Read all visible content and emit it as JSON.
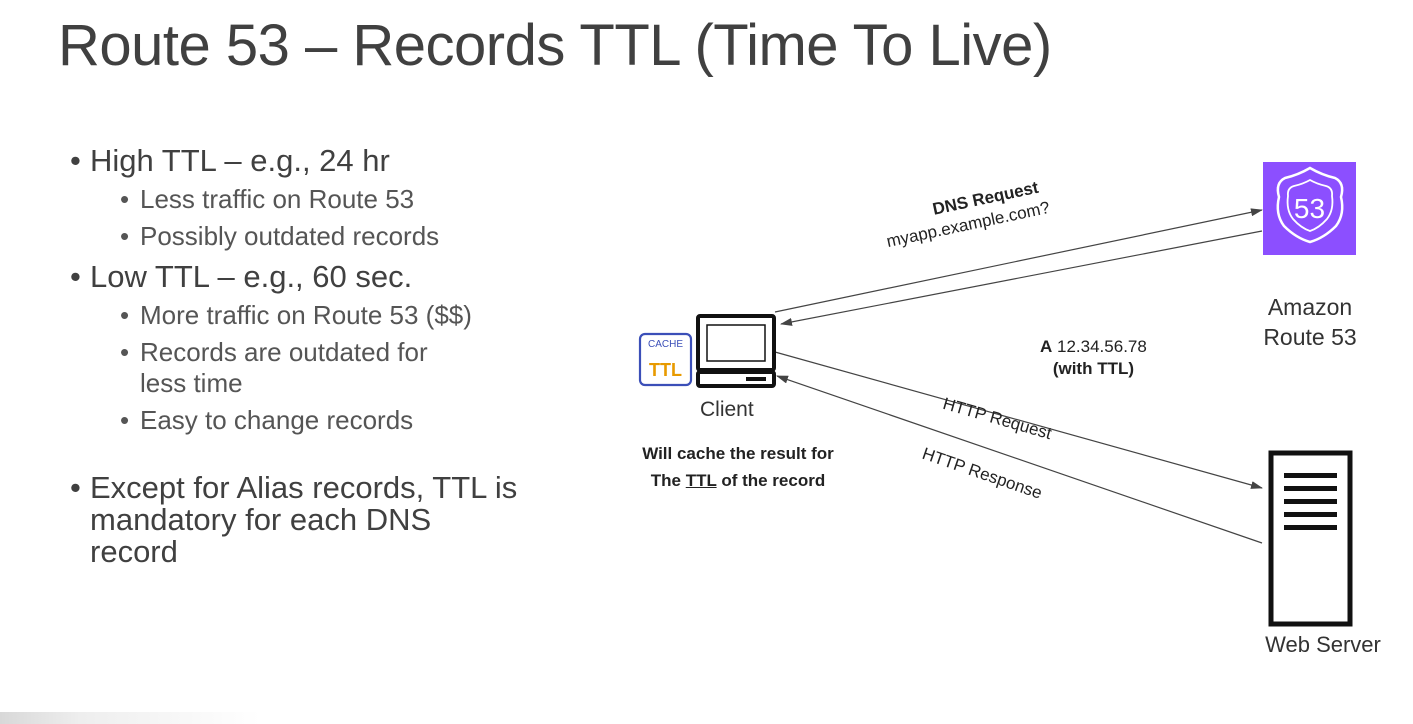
{
  "title": "Route 53 – Records TTL (Time To Live)",
  "bullets": [
    {
      "text": "High TTL – e.g., 24 hr",
      "sub": [
        "Less traffic on Route 53",
        "Possibly outdated records"
      ]
    },
    {
      "text": "Low TTL – e.g., 60 sec.",
      "sub": [
        "More traffic on Route 53 ($$)",
        "Records are outdated for less time",
        "Easy to change records"
      ]
    }
  ],
  "note": "Except for Alias records, TTL is mandatory for each DNS record",
  "diagram": {
    "dns_request_title": "DNS Request",
    "dns_request_query": "myapp.example.com?",
    "answer_prefix": "A",
    "answer_ip": "12.34.56.78",
    "answer_ttl": "(with TTL)",
    "http_request": "HTTP Request",
    "http_response": "HTTP Response",
    "client_label": "Client",
    "cache_badge_top": "CACHE",
    "cache_badge_bottom": "TTL",
    "cache_note_line1": "Will cache the result for",
    "cache_note_pre": "The ",
    "cache_note_ttl": "TTL",
    "cache_note_post": " of the record",
    "route53_badge": "53",
    "route53_label_line1": "Amazon",
    "route53_label_line2": "Route 53",
    "webserver_label": "Web Server",
    "colors": {
      "route53_purple": "#8C4FFF",
      "cache_border": "#3b4fb8",
      "cache_text": "#e89a00",
      "arrow": "#444444"
    }
  }
}
